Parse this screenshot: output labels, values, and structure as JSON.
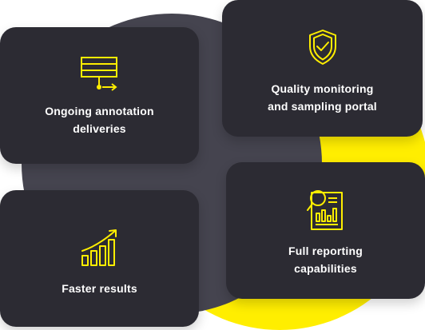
{
  "colors": {
    "accent": "#ffee00",
    "card_bg": "#2c2b33",
    "blob": "#45444f",
    "text": "#ffffff"
  },
  "cards": [
    {
      "label": "Ongoing annotation\ndeliveries",
      "icon": "server-stack-icon"
    },
    {
      "label": "Quality monitoring\nand sampling portal",
      "icon": "shield-check-icon"
    },
    {
      "label": "Faster results",
      "icon": "growth-bar-chart-icon"
    },
    {
      "label": "Full reporting\ncapabilities",
      "icon": "report-magnifier-icon"
    }
  ]
}
